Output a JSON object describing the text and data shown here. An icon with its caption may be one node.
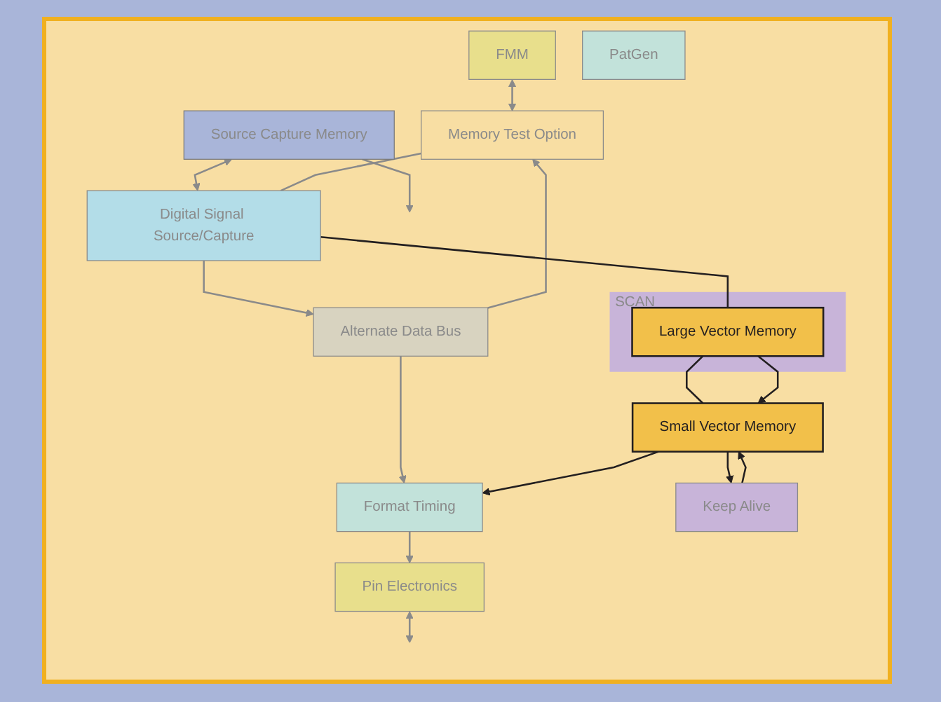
{
  "diagram": {
    "nodes": [
      {
        "text": [
          "FMM"
        ]
      },
      {
        "text": [
          "Memory Test Option"
        ]
      },
      {
        "text": [
          "Alternate Data Bus"
        ]
      },
      {
        "text": [
          "Source Capture Memory"
        ]
      },
      {
        "text": [
          "Digital Signal Source/Capture"
        ]
      },
      {
        "text": [
          "SCAN"
        ]
      },
      {
        "text": [
          "Large Vector Memory"
        ],
        "in": 5
      },
      {
        "text": [
          "Small Vector Memory"
        ]
      },
      {
        "text": [
          "Format Timing"
        ]
      },
      {
        "text": [
          "Pin Electronics"
        ]
      },
      {
        "text": [
          "Keep Alive"
        ]
      },
      {
        "text": [
          "PatGen"
        ]
      }
    ],
    "edges": [
      {
        "from": 0,
        "to": 1,
        "arrow": "both"
      },
      {
        "from": 2,
        "to": 1,
        "arrow": "to"
      },
      {
        "from": 3,
        "to": 4,
        "arrow": "both"
      },
      {
        "from": 3,
        "to": null,
        "arrow": "to"
      },
      {
        "from": 1,
        "to": 4,
        "arrow": "none"
      },
      {
        "from": 4,
        "to": 2,
        "arrow": "to"
      },
      {
        "from": 4,
        "to": 6,
        "arrow": "none",
        "color": "#231f20"
      },
      {
        "from": 6,
        "to": 7,
        "arrow": "none",
        "color": "#231f20"
      },
      {
        "from": 6,
        "to": 7,
        "arrow": "to",
        "color": "#231f20"
      },
      {
        "from": 2,
        "to": 8,
        "arrow": "to"
      },
      {
        "from": 7,
        "to": 8,
        "arrow": "to",
        "color": "#231f20"
      },
      {
        "from": 8,
        "to": 9,
        "arrow": "to"
      },
      {
        "from": 9,
        "to": null,
        "arrow": "both"
      },
      {
        "from": 10,
        "to": 7,
        "arrow": "to",
        "color": "#231f20"
      },
      {
        "from": 7,
        "to": 10,
        "arrow": "to",
        "color": "#231f20"
      }
    ]
  }
}
